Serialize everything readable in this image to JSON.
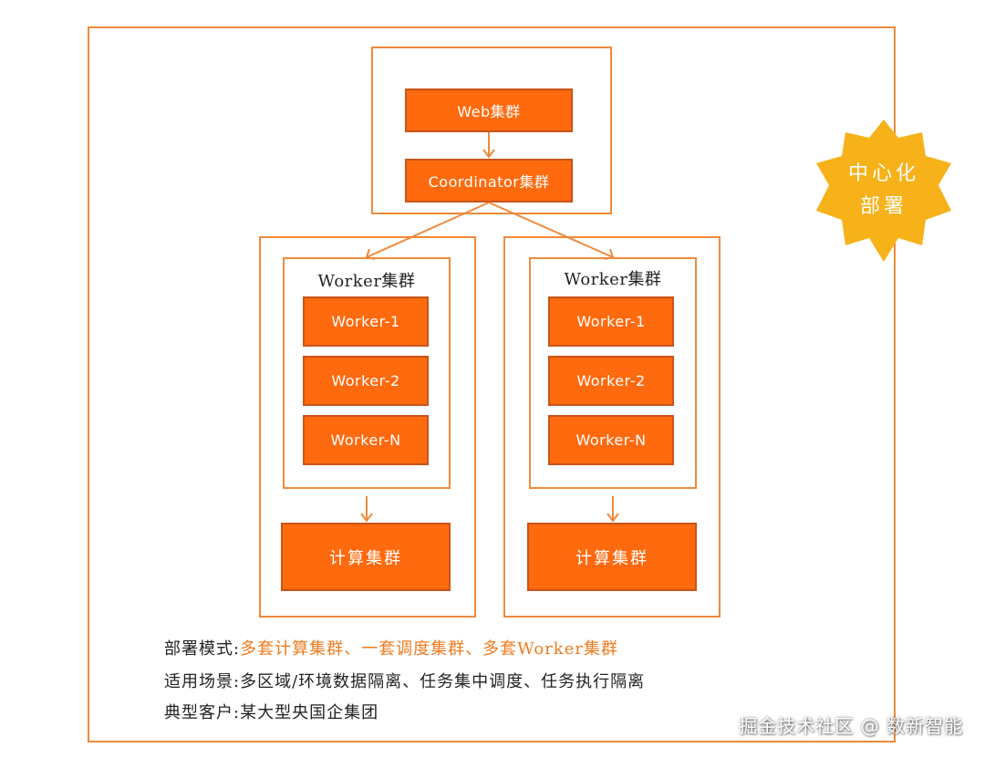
{
  "web_cluster": "Web集群",
  "coordinator_cluster": "Coordinator集群",
  "worker_groups": [
    {
      "title": "Worker集群",
      "workers": [
        "Worker-1",
        "Worker-2",
        "Worker-N"
      ],
      "compute": "计算集群"
    },
    {
      "title": "Worker集群",
      "workers": [
        "Worker-1",
        "Worker-2",
        "Worker-N"
      ],
      "compute": "计算集群"
    }
  ],
  "badge": {
    "line1": "中心化",
    "line2": "部署",
    "color": "#f7b21a"
  },
  "info": {
    "mode_label": "部署模式:",
    "mode_value": "多套计算集群、一套调度集群、多套Worker集群",
    "scenario_label": "适用场景:",
    "scenario_value": "多区域/环境数据隔离、任务集中调度、任务执行隔离",
    "customer_label": "典型客户:",
    "customer_value": "某大型央国企集团"
  },
  "footer": "掘金技术社区 @ 数新智能",
  "colors": {
    "accent": "#ff6a0e",
    "frame": "#f08a3c",
    "text": "#222222"
  }
}
